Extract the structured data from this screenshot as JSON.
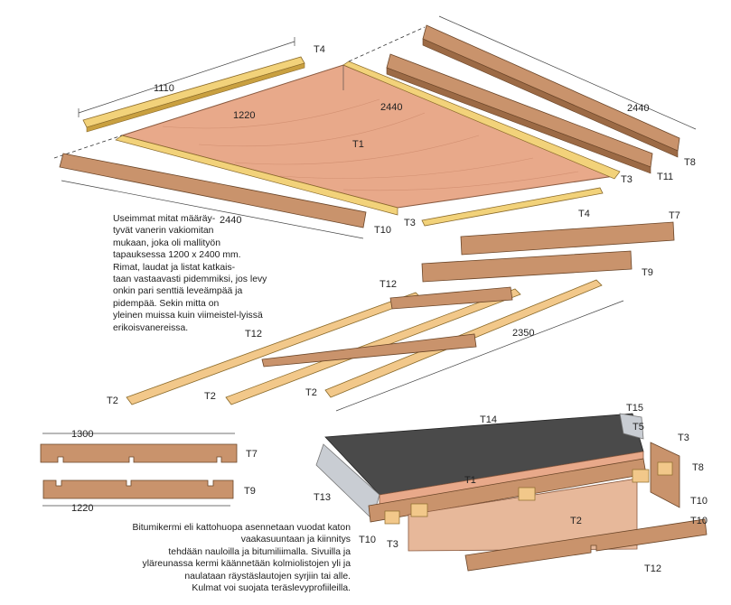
{
  "figure": {
    "part_labels": {
      "t1": "T1",
      "t2": "T2",
      "t3": "T3",
      "t4": "T4",
      "t5": "T5",
      "t7": "T7",
      "t8": "T8",
      "t9": "T9",
      "t10": "T10",
      "t11": "T11",
      "t12": "T12",
      "t13": "T13",
      "t14": "T14",
      "t15": "T15"
    },
    "dimensions": {
      "d1110": "1110",
      "d1220": "1220",
      "d2440": "2440",
      "d2350": "2350",
      "d1300": "1300"
    },
    "captions": {
      "top": "Useimmat mitat määräy-\ntyvät vanerin vakiomitan\nmukaan, joka oli mallityön\ntapauksessa 1200 x 2400 mm.\nRimat, laudat ja listat katkais-\ntaan vastaavasti pidemmiksi, jos levy\nonkin pari senttiä leveämpää ja\npidempää. Sekin mitta on\nyleinen muissa kuin viimeistel-lyissä\nerikoisvanereissa.",
      "bottom": "Bitumikermi eli kattohuopa asennetaan vuodat katon\nvaakasuuntaan ja kiinnitys\ntehdään nauloilla ja bitumiliimalla. Sivuilla ja\nyläreunassa kermi käännetään kolmiolistojen yli ja\nnaulataan räystäslautojen syrjiin tai alle.\nKulmat voi suojata teräslevyprofiileilla."
    },
    "colors": {
      "plywood": "#e8a98a",
      "plywood_grain": "#c98466",
      "board": "#c9936c",
      "board_dark": "#9c6a45",
      "strip": "#f2d27a",
      "strip_dark": "#c9a040",
      "felt": "#4a4a4a",
      "metal": "#c9cdd3"
    }
  }
}
